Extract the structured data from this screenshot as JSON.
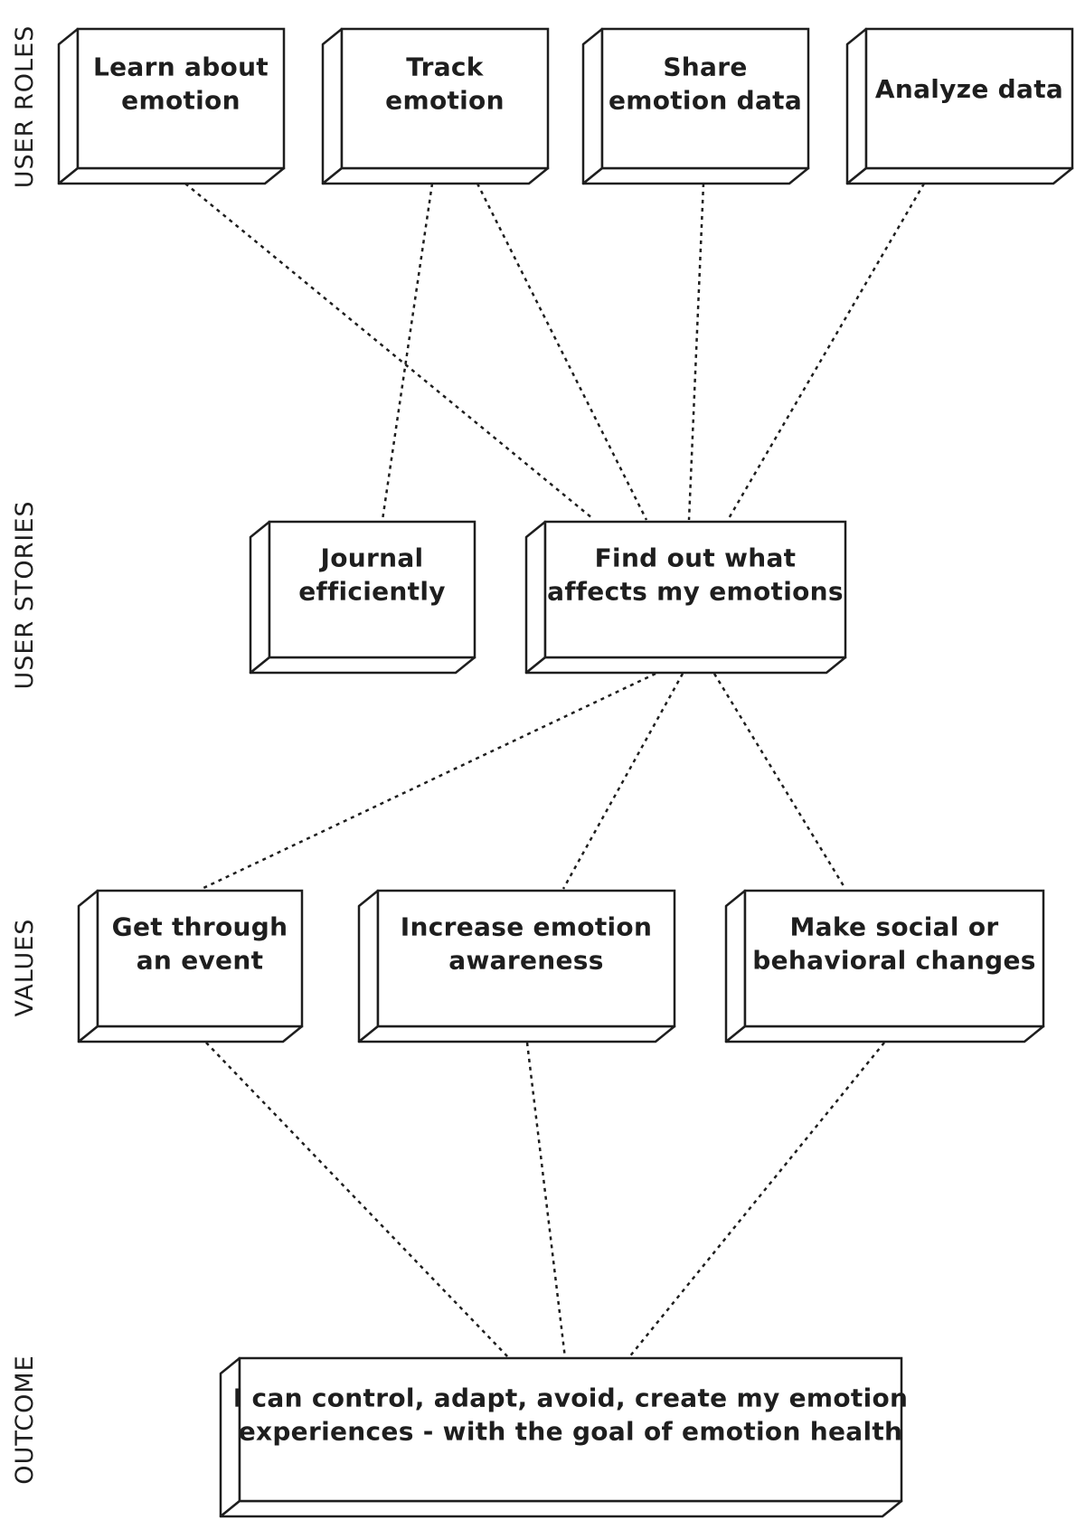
{
  "sections": {
    "user_roles": "USER ROLES",
    "user_stories": "USER STORIES",
    "values": "VALUES",
    "outcome": "OUTCOME"
  },
  "nodes": {
    "learn_about_emotion": [
      "Learn about",
      "emotion"
    ],
    "track_emotion": [
      "Track",
      "emotion"
    ],
    "share_emotion_data": [
      "Share",
      "emotion data"
    ],
    "analyze_data": [
      "Analyze data"
    ],
    "journal_efficiently": [
      "Journal",
      "efficiently"
    ],
    "find_out_what_affects": [
      "Find out what",
      "affects my emotions"
    ],
    "get_through_event": [
      "Get through",
      "an event"
    ],
    "increase_emotion_awareness": [
      "Increase emotion",
      "awareness"
    ],
    "make_social_changes": [
      "Make social or",
      "behavioral changes"
    ],
    "outcome_goal": [
      "I can control, adapt, avoid, create my emotion",
      "experiences - with the goal of emotion health"
    ]
  },
  "connections": [
    [
      "learn_about_emotion",
      "find_out_what_affects"
    ],
    [
      "track_emotion",
      "journal_efficiently"
    ],
    [
      "track_emotion",
      "find_out_what_affects"
    ],
    [
      "share_emotion_data",
      "find_out_what_affects"
    ],
    [
      "analyze_data",
      "find_out_what_affects"
    ],
    [
      "find_out_what_affects",
      "get_through_event"
    ],
    [
      "find_out_what_affects",
      "increase_emotion_awareness"
    ],
    [
      "find_out_what_affects",
      "make_social_changes"
    ],
    [
      "get_through_event",
      "outcome_goal"
    ],
    [
      "increase_emotion_awareness",
      "outcome_goal"
    ],
    [
      "make_social_changes",
      "outcome_goal"
    ]
  ]
}
